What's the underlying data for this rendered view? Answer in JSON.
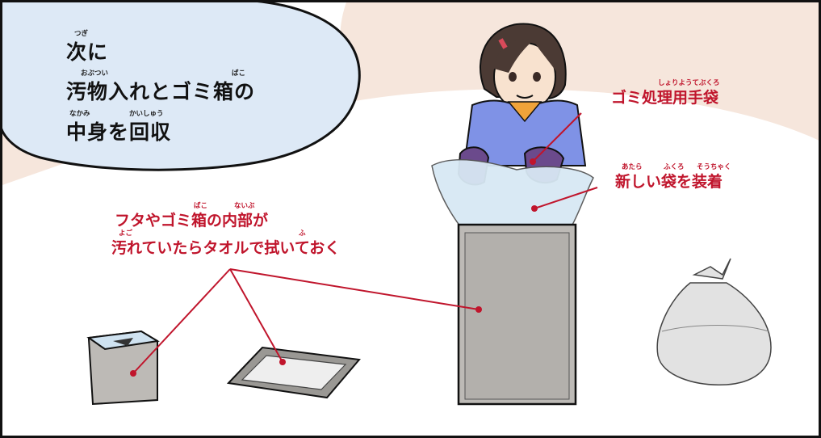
{
  "caption": {
    "line1": "次に",
    "line2": "汚物入れとゴミ箱の",
    "line3": "中身を回収",
    "ruby_tsugi": "つぎ",
    "ruby_obutsuire": "おぶつい",
    "ruby_bako": "ばこ",
    "ruby_nakami": "なかみ",
    "ruby_kaishuu": "かいしゅう"
  },
  "annotations": {
    "gloves": {
      "text": "ゴミ処理用手袋",
      "ruby": "しょりようてぶくろ"
    },
    "new_bag": {
      "text": "新しい袋を装着",
      "ruby_atara": "あたら",
      "ruby_fukuro": "ふくろ",
      "ruby_souchaku": "そうちゃく"
    },
    "wipe": {
      "line1": "フタやゴミ箱の内部が",
      "line2": "汚れていたらタオルで拭いておく",
      "ruby_bako": "ばこ",
      "ruby_naibu": "ないぶ",
      "ruby_yogo": "よご",
      "ruby_fu": "ふ"
    }
  },
  "colors": {
    "annotation_red": "#c0152c",
    "background_peach": "#f6e6dc",
    "bubble_blue": "#dde9f6",
    "shirt_blue": "#7f92e6",
    "glove_purple": "#6b4a8c",
    "bin_gray": "#bdbab6"
  }
}
